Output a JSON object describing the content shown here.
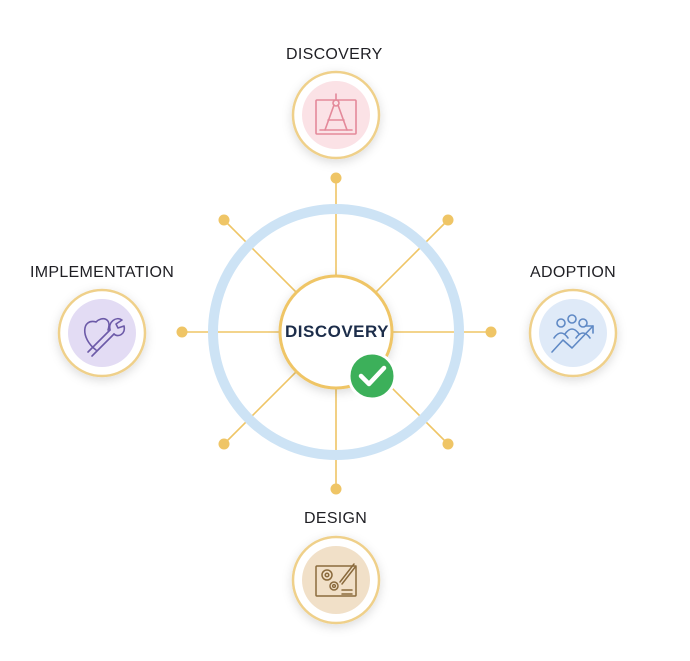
{
  "diagram": {
    "center": {
      "label": "DISCOVERY",
      "status_icon": "check-icon",
      "status_color": "#3cb05a"
    },
    "nodes": [
      {
        "id": "top",
        "label": "DISCOVERY",
        "icon": "compass-blueprint-icon",
        "fill": "#fbe2e6",
        "stroke": "#e4899a"
      },
      {
        "id": "right",
        "label": "ADOPTION",
        "icon": "growth-team-icon",
        "fill": "#dfeaf8",
        "stroke": "#5f89c5"
      },
      {
        "id": "bottom",
        "label": "DESIGN",
        "icon": "design-gears-icon",
        "fill": "#f1e0c8",
        "stroke": "#8a6a3c"
      },
      {
        "id": "left",
        "label": "IMPLEMENTATION",
        "icon": "wrench-heart-icon",
        "fill": "#e3dcf4",
        "stroke": "#6c5aa8"
      }
    ],
    "colors": {
      "gold": "#efc566",
      "ring": "#cde3f5",
      "node_ring": "#efd08a"
    }
  }
}
